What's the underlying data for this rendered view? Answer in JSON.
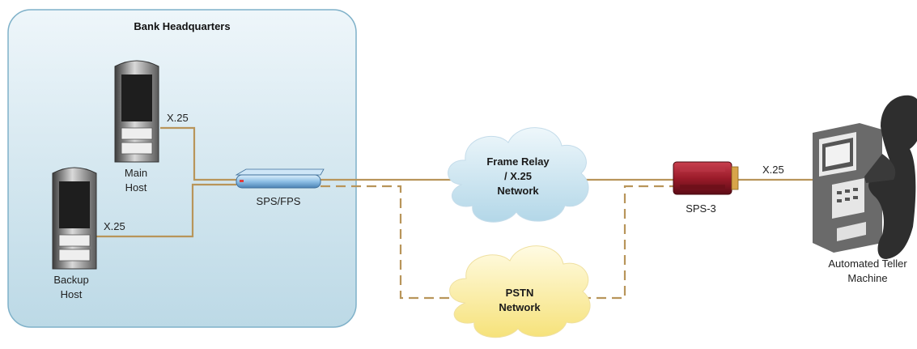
{
  "headquarters": {
    "title": "Bank Headquarters"
  },
  "main_host": {
    "line1": "Main",
    "line2": "Host",
    "link_label": "X.25"
  },
  "backup_host": {
    "line1": "Backup",
    "line2": "Host",
    "link_label": "X.25"
  },
  "sps_fps": {
    "label": "SPS/FPS"
  },
  "frame_relay_cloud": {
    "line1": "Frame Relay",
    "line2": "/ X.25",
    "line3": "Network"
  },
  "pstn_cloud": {
    "line1": "PSTN",
    "line2": "Network"
  },
  "sps3": {
    "label": "SPS-3",
    "link_label": "X.25"
  },
  "atm": {
    "line1": "Automated Teller",
    "line2": "Machine"
  },
  "colors": {
    "link": "#b8955a",
    "hq_fill": "#cfe5ef",
    "hq_border": "#7fb1c9",
    "frame_relay_cloud": "#c8e3ef",
    "pstn_cloud": "#fbefad",
    "sps3": "#9b1b2a",
    "sps_fps": "#8fc0e6"
  }
}
